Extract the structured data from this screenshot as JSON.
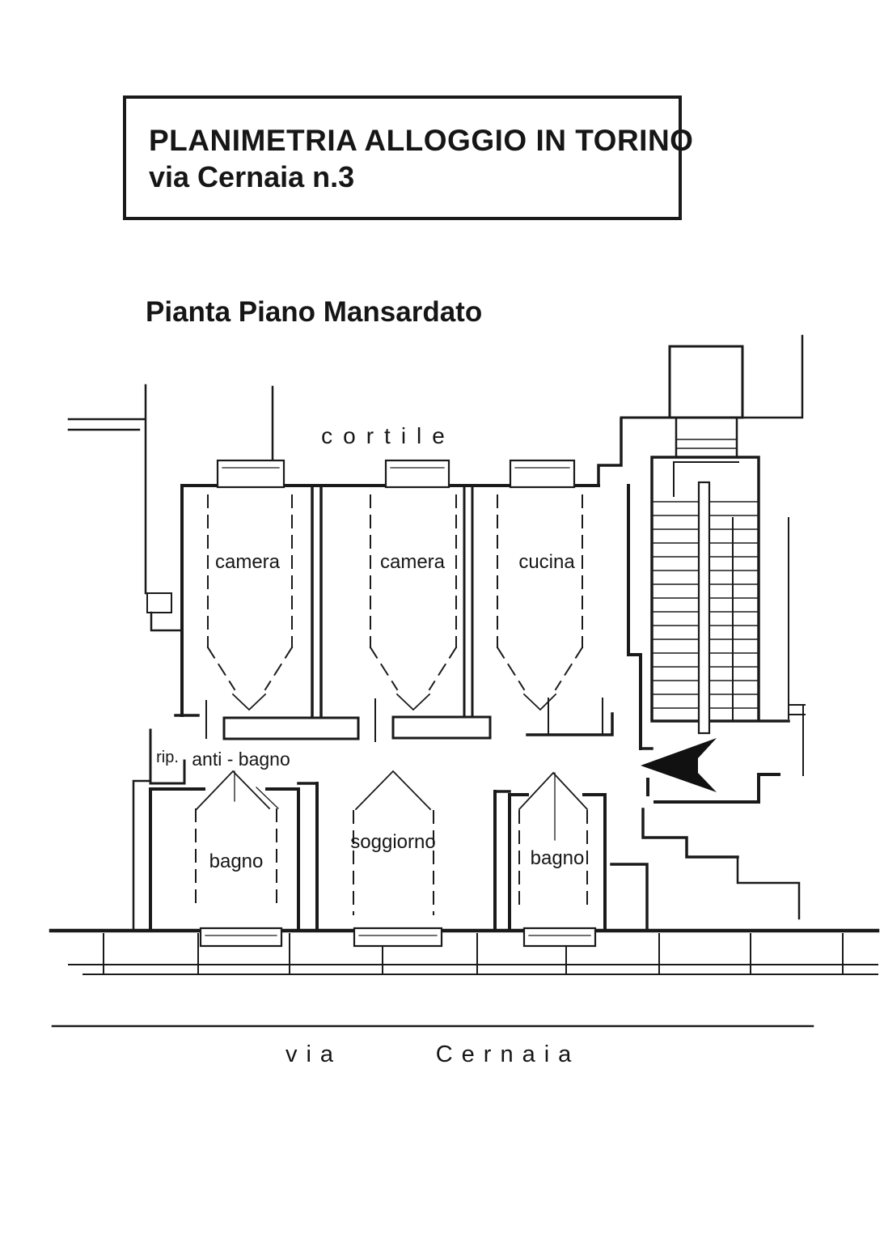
{
  "document": {
    "title_line1": "PLANIMETRIA ALLOGGIO IN TORINO",
    "title_line2": "via Cernaia n.3",
    "subtitle": "Pianta Piano Mansardato"
  },
  "plan": {
    "outside_top_label": "cortile",
    "street_label": "via",
    "street_name": "Cernaia",
    "rooms": {
      "camera1": "camera",
      "camera2": "camera",
      "cucina": "cucina",
      "bagno1": "bagno",
      "soggiorno": "soggiorno",
      "bagno2": "bagno",
      "ripostiglio": "rip.",
      "anti_bagno": "anti - bagno"
    },
    "colors": {
      "ink": "#1a1a1a",
      "paper": "#ffffff"
    }
  }
}
